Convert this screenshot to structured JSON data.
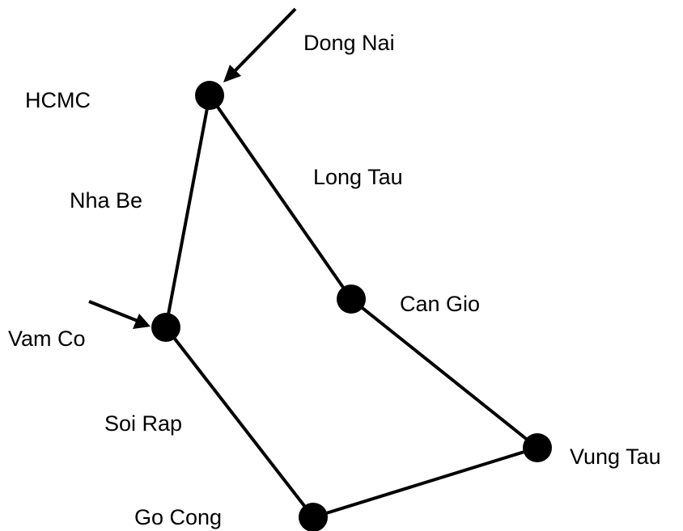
{
  "nodes": {
    "hcmc": "HCMC",
    "can_gio": "Can Gio",
    "vam_co": "Vam Co",
    "vung_tau": "Vung Tau",
    "go_cong": "Go Cong"
  },
  "rivers": {
    "dong_nai": "Dong Nai",
    "long_tau": "Long Tau",
    "nha_be": "Nha Be",
    "soi_rap": "Soi Rap"
  },
  "colors": {
    "line": "#000000",
    "background": "#ffffff"
  }
}
